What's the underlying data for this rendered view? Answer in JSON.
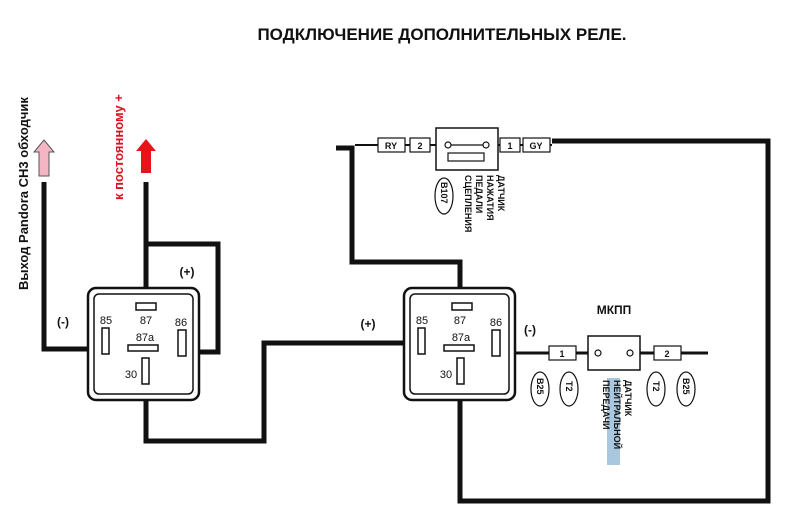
{
  "title": "ПОДКЛЮЧЕНИЕ ДОПОЛНИТЕЛЬНЫХ РЕЛЕ.",
  "left_labels": {
    "pandora_output": "Выход Pandora CH3 обходчик",
    "constant_plus": "к постоянному +"
  },
  "relay_left": {
    "pins": {
      "p87": "87",
      "p85": "85",
      "p86": "86",
      "p87a": "87a",
      "p30": "30"
    },
    "minus": "(-)",
    "plus": "(+)"
  },
  "relay_right": {
    "pins": {
      "p87": "87",
      "p85": "85",
      "p86": "86",
      "p87a": "87a",
      "p30": "30"
    },
    "plus": "(+)",
    "minus": "(-)"
  },
  "clutch_sensor": {
    "wire_left": "RY",
    "pin_left": "2",
    "pin_right": "1",
    "wire_right": "GY",
    "code": "B107",
    "name_lines": [
      "ДАТЧИК",
      "НАЖАТИЯ",
      "ПЕДАЛИ",
      "СЦЕПЛЕНИЯ"
    ]
  },
  "gearbox": {
    "title": "МКПП",
    "pin_left": "1",
    "pin_right": "2",
    "left_codes": [
      "B25",
      "T2"
    ],
    "right_codes": [
      "T2",
      "B25"
    ],
    "name_lines": [
      "ДАТЧИК",
      "НЕЙТРАЛЬНОЙ",
      "ПЕРЕДАЧИ"
    ]
  },
  "colors": {
    "wire": "#111111",
    "arrow_pandora": "#f4b6c2",
    "arrow_constant": "#e8141b",
    "constant_text": "#d9121b",
    "highlight": "#a9c8e0"
  }
}
